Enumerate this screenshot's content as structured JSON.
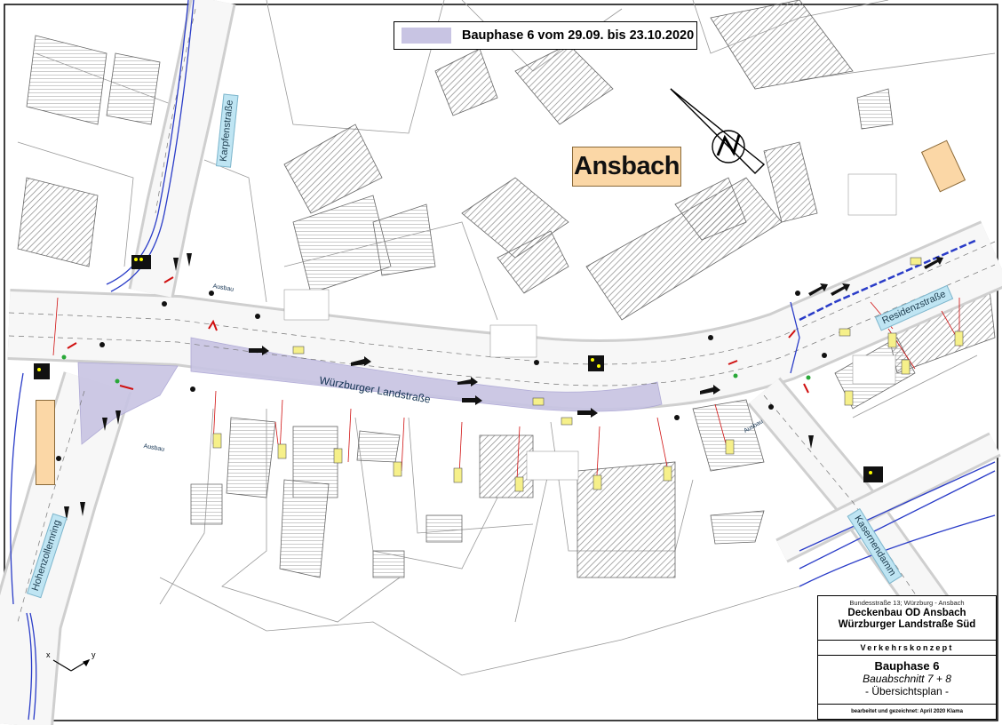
{
  "legend": {
    "text": "Bauphase 6 vom 29.09. bis 23.10.2020",
    "swatch_color": "#c8c4e3"
  },
  "city_label": "Ansbach",
  "streets": {
    "wuerzburger": "Würzburger Landstraße",
    "karpfen": "Karpfenstraße",
    "residenz": "Residenzstraße",
    "hohenzollern": "Hohenzollernring",
    "kaserndamm": "Kasernendamm"
  },
  "small_labels": {
    "ausbau": "Ausbau"
  },
  "title_block": {
    "road": "Bundesstraße 13; Würzburg - Ansbach",
    "title_line1": "Deckenbau OD Ansbach",
    "title_line2": "Würzburger Landstraße Süd",
    "concept": "Verkehrskonzept",
    "phase": "Bauphase 6",
    "section": "Bauabschnitt 7 + 8",
    "plan": "- Übersichtsplan -",
    "footer": "bearbeitet und gezeichnet: April 2020    Klama"
  },
  "colors": {
    "phase_area": "#c8c4e3",
    "street_label_bg": "#bfe5f3",
    "city_label_bg": "#fbd7a6"
  },
  "icons": [
    "north-arrow-icon",
    "coordinate-axes-icon",
    "traffic-signal-icon"
  ]
}
